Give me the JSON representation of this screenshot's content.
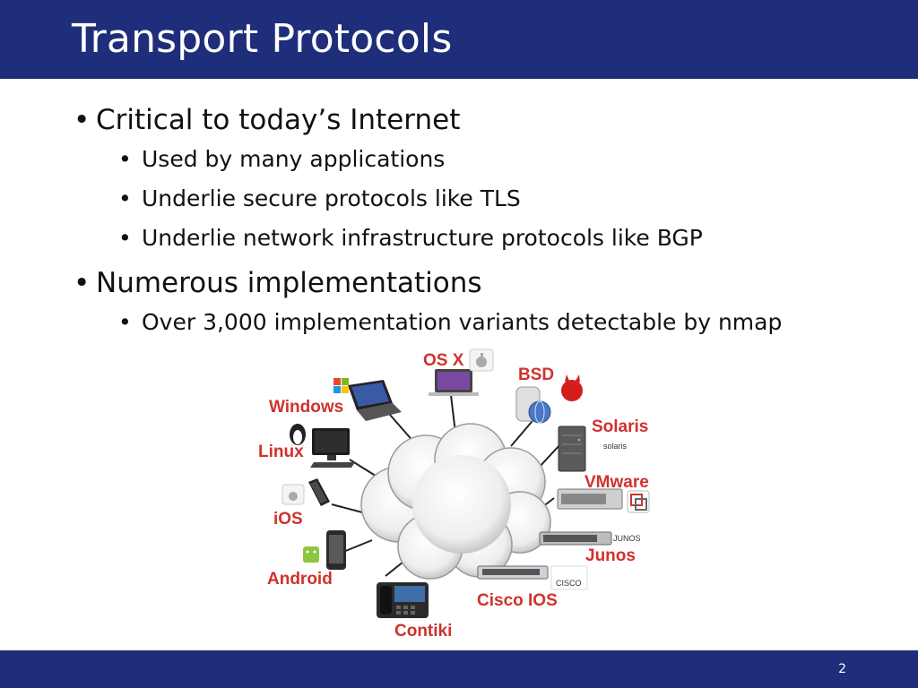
{
  "header": {
    "title": "Transport Protocols"
  },
  "bullets": [
    {
      "text": "Critical to today’s Internet",
      "sub": [
        "Used by many applications",
        "Underlie secure protocols like TLS",
        "Underlie network infrastructure protocols like BGP"
      ]
    },
    {
      "text": "Numerous implementations",
      "sub": [
        "Over 3,000 implementation variants detectable by nmap"
      ]
    }
  ],
  "diagram": {
    "labels": {
      "osx": "OS X",
      "bsd": "BSD",
      "windows": "Windows",
      "solaris": "Solaris",
      "solaris_logo": "solaris",
      "linux": "Linux",
      "vmware": "VMware",
      "ios": "iOS",
      "junos": "Junos",
      "junos_logo": "JUNOS",
      "android": "Android",
      "cisco_ios": "Cisco IOS",
      "cisco_logo": "CISCO",
      "contiki": "Contiki"
    },
    "label_color": "#d0312d"
  },
  "footer": {
    "page_number": "2"
  },
  "colors": {
    "bar": "#1f2e7a"
  }
}
